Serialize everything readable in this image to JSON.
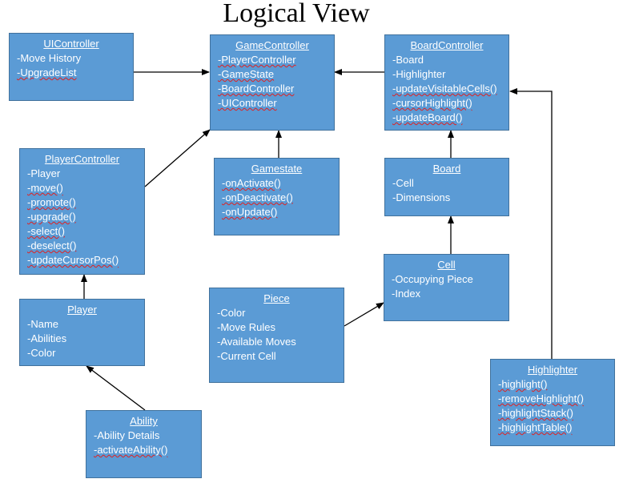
{
  "title": "Logical View",
  "colors": {
    "box_fill": "#5B9BD5",
    "box_border": "#41719C",
    "text": "#FFFFFF",
    "arrow": "#000000",
    "spellcheck_underline": "#E02020"
  },
  "classes": {
    "uicontroller": {
      "name": "UIController",
      "items": [
        "-Move History",
        "-UpgradeList"
      ]
    },
    "gamecontroller": {
      "name": "GameController",
      "items": [
        "-PlayerController",
        "-GameState",
        "-BoardController",
        "-UIController"
      ]
    },
    "boardcontroller": {
      "name": "BoardController",
      "items": [
        "-Board",
        "-Highlighter",
        "-updateVisitableCells()",
        "-cursorHighlight()",
        "-updateBoard()"
      ]
    },
    "playercontroller": {
      "name": "PlayerController",
      "items": [
        "-Player",
        "-move()",
        "-promote()",
        "-upgrade()",
        "-select()",
        "-deselect()",
        "-updateCursorPos()"
      ]
    },
    "gamestate": {
      "name": "Gamestate",
      "items": [
        "-onActivate()",
        "-onDeactivate()",
        "-onUpdate()"
      ]
    },
    "board": {
      "name": "Board",
      "items": [
        "-Cell",
        "-Dimensions"
      ]
    },
    "cell": {
      "name": "Cell",
      "items": [
        "-Occupying Piece",
        "-Index"
      ]
    },
    "player": {
      "name": "Player",
      "items": [
        "-Name",
        "-Abilities",
        "-Color"
      ]
    },
    "piece": {
      "name": "Piece",
      "items": [
        "-Color",
        "-Move Rules",
        "-Available Moves",
        "-Current Cell"
      ]
    },
    "ability": {
      "name": "Ability",
      "items": [
        "-Ability Details",
        "-activateAbility()"
      ]
    },
    "highlighter": {
      "name": "Highlighter",
      "items": [
        "-highlight()",
        "-removeHighlight()",
        "-highlightStack()",
        "-highlightTable()"
      ]
    }
  },
  "relations": [
    {
      "from": "UIController",
      "to": "GameController"
    },
    {
      "from": "BoardController",
      "to": "GameController"
    },
    {
      "from": "PlayerController",
      "to": "GameController"
    },
    {
      "from": "Gamestate",
      "to": "GameController"
    },
    {
      "from": "Board",
      "to": "BoardController"
    },
    {
      "from": "Cell",
      "to": "Board"
    },
    {
      "from": "Piece",
      "to": "Cell"
    },
    {
      "from": "Player",
      "to": "PlayerController"
    },
    {
      "from": "Ability",
      "to": "Player"
    },
    {
      "from": "Highlighter",
      "to": "BoardController"
    }
  ]
}
